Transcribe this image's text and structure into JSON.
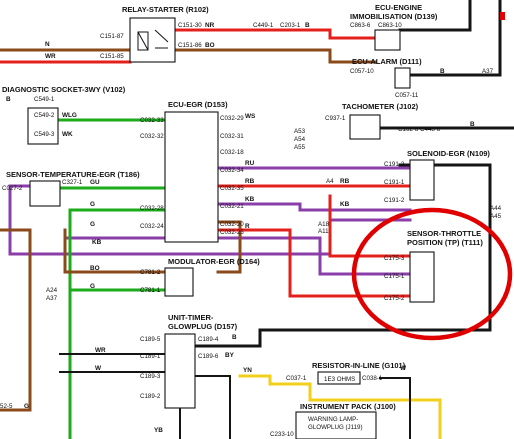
{
  "components": {
    "relay_starter": "RELAY-STARTER (R102)",
    "ecu_engine_immob_l1": "ECU-ENGINE",
    "ecu_engine_immob_l2": "IMMOBILISATION (D139)",
    "ecu_alarm": "ECU-ALARM (D111)",
    "diag_socket": "DIAGNOSTIC SOCKET-3WY (V102)",
    "ecu_egr": "ECU-EGR (D153)",
    "tachometer": "TACHOMETER (J102)",
    "solenoid_egr": "SOLENOID-EGR (N109)",
    "sensor_temp_egr": "SENSOR-TEMPERATURE-EGR (T186)",
    "sensor_throttle_l1": "SENSOR-THROTTLE",
    "sensor_throttle_l2": "POSITION (TP) (T111)",
    "modulator_egr": "MODULATOR-EGR (D164)",
    "timer_glowplug_l1": "UNIT-TIMER-",
    "timer_glowplug_l2": "GLOWPLUG (D157)",
    "resistor_inline": "RESISTOR-IN-LINE (G101)",
    "resistor_value": "1E3 OHMS",
    "instrument_pack": "INSTRUMENT PACK (J100)",
    "warning_lamp_l1": "WARNING LAMP-",
    "warning_lamp_l2": "GLOWPLUG (J119)"
  },
  "pins": {
    "c151_87": "C151-87",
    "c151_30": "C151-30",
    "c151_85": "C151-85",
    "c151_86": "C151-86",
    "c449_1": "C449-1",
    "c203_1": "C203-1",
    "c863_6": "C863-6",
    "c863_10": "C863-10",
    "c057_10": "C057-10",
    "c057_11": "C057-11",
    "c549_1": "C549-1",
    "c549_2": "C549-2",
    "c549_3": "C549-3",
    "c032_33": "C032-33",
    "c032_32": "C032-32",
    "c032_29": "C032-29",
    "c032_31": "C032-31",
    "c032_18": "C032-18",
    "c032_34": "C032-34",
    "c032_35": "C032-35",
    "c032_21": "C032-21",
    "c032_20": "C032-20",
    "c032_24": "C032-24",
    "c032_25": "C032-25",
    "c032_28": "C032-28",
    "c937_1": "C937-1",
    "c162_8": "C162-8",
    "c448_8": "C448-8",
    "c191_3": "C191-3",
    "c191_1": "C191-1",
    "c191_2": "C191-2",
    "c027_2": "C027-2",
    "c327_1": "C327-1",
    "c175_3": "C175-3",
    "c175_1": "C175-1",
    "c175_2": "C175-2",
    "c781_2": "C781-2",
    "c781_1": "C781-1",
    "c189_5": "C189-5",
    "c189_4": "C189-4",
    "c189_1": "C189-1",
    "c189_6": "C189-6",
    "c189_3": "C189-3",
    "c189_2": "C189-2",
    "c037_1": "C037-1",
    "c038_1": "C038-1",
    "c233_10": "C233-10",
    "c52_5": "52-5"
  },
  "wires": {
    "n": "N",
    "wr": "WR",
    "nr": "NR",
    "bo": "BO",
    "b": "B",
    "b2": "B",
    "b3": "B",
    "b4": "B",
    "b5": "B",
    "b6": "B",
    "wlg": "WLG",
    "wk": "WK",
    "ws": "WS",
    "ru": "RU",
    "rb": "RB",
    "rb2": "RB",
    "kb": "KB",
    "kb2": "KB",
    "kb3": "KB",
    "rb3": "R",
    "gu": "GU",
    "g": "G",
    "g2": "G",
    "g3": "G",
    "bo2": "BO",
    "wr2": "WR",
    "w": "W",
    "w2": "W",
    "by": "BY",
    "yn": "YN",
    "yb": "YB"
  },
  "splices": {
    "a53": "A53",
    "a54": "A54",
    "a55": "A55",
    "a4": "A4",
    "a18": "A18",
    "a11": "A11",
    "a37": "A37",
    "a44": "A44",
    "a45": "A45",
    "a24": "A24",
    "a37b": "A37"
  },
  "colors": {
    "red": "#e3201b",
    "green": "#1bab1b",
    "purple": "#8a3ea8",
    "brown": "#8a4a1a",
    "black": "#151515",
    "yellow": "#f2cf1a",
    "highlight": "#e00000"
  }
}
